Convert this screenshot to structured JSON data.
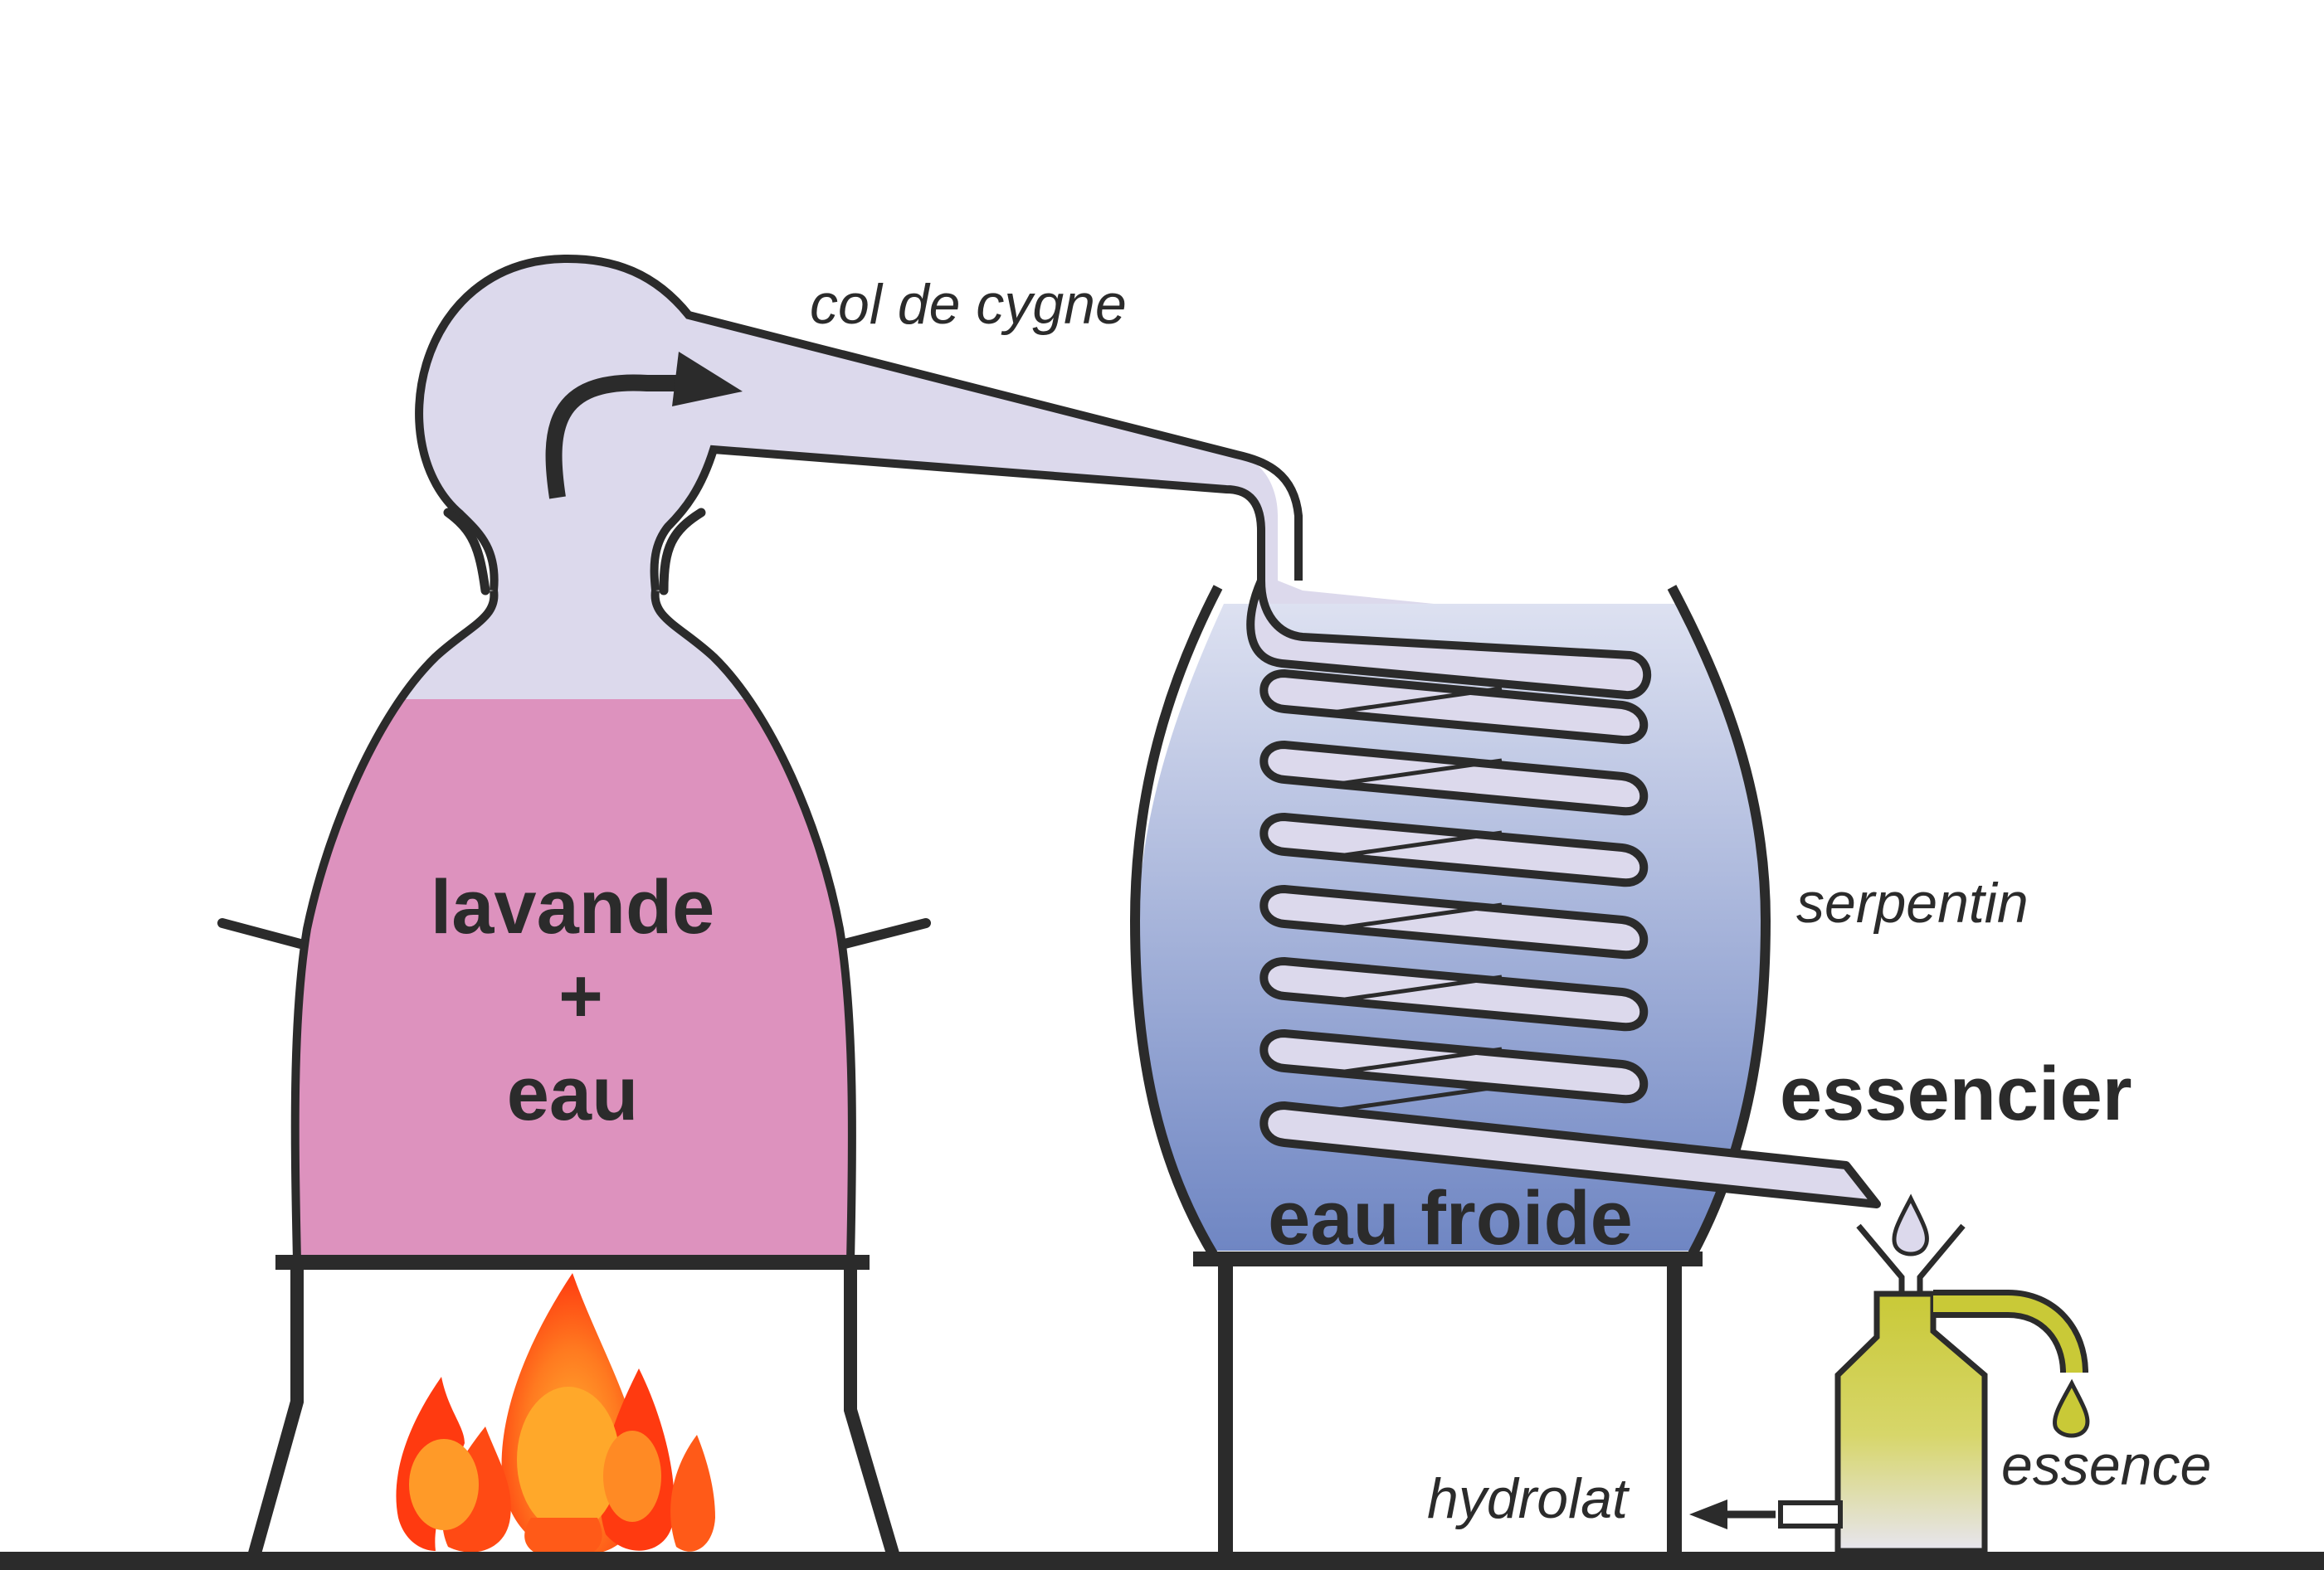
{
  "labels": {
    "still_contents": [
      "lavande",
      "+",
      "eau"
    ],
    "swan_neck": "col de cygne",
    "coil": "serpentin",
    "condenser_water": "eau froide",
    "separator": "essencier",
    "essential_oil": "essence",
    "floral_water": "hydrolat"
  },
  "colors": {
    "outline": "#2b2b2b",
    "vapour": "#dcd9ec",
    "still_liquid": "#dd92be",
    "cold_water_top": "#dde1f1",
    "cold_water_bottom": "#6f86c3",
    "oil": "#c9c937",
    "flame_outer": "#ff3a10",
    "flame_inner": "#ffb030"
  },
  "icons": [
    "flow-arrow-icon",
    "fire-icon",
    "oil-drop-icon",
    "water-drop-icon",
    "outflow-arrow-icon"
  ]
}
